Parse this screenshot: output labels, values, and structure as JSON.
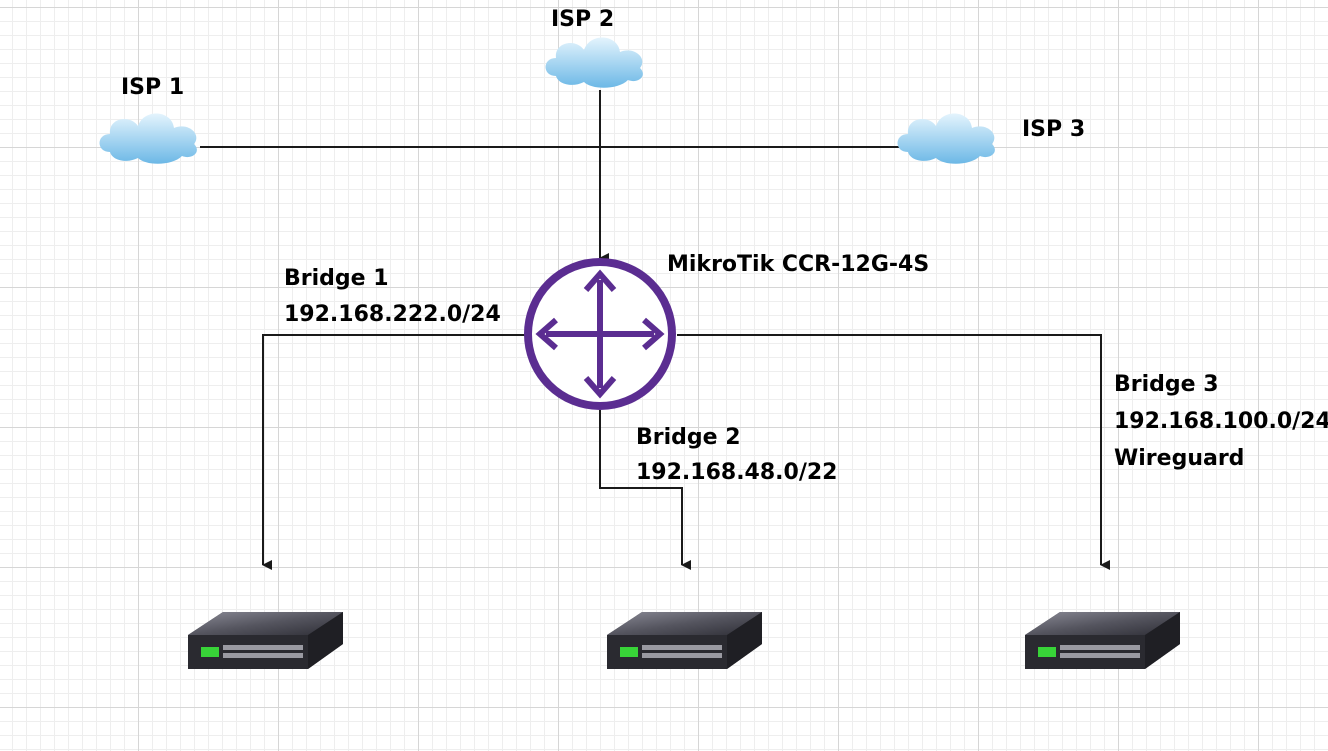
{
  "nodes": {
    "isp1": {
      "label": "ISP 1"
    },
    "isp2": {
      "label": "ISP 2"
    },
    "isp3": {
      "label": "ISP 3"
    },
    "router": {
      "label": "MikroTik CCR-12G-4S"
    },
    "bridge1": {
      "lines": [
        "Bridge 1",
        "192.168.222.0/24"
      ]
    },
    "bridge2": {
      "lines": [
        "Bridge 2",
        "192.168.48.0/22"
      ]
    },
    "bridge3": {
      "lines": [
        "Bridge 3",
        "192.168.100.0/24",
        "Wireguard"
      ]
    }
  },
  "colors": {
    "line": "#1a1a1a",
    "router": "#5b2d91",
    "cloud": "#7ec2ea",
    "switch_body": "#3e3e48",
    "switch_led": "#38d438"
  }
}
